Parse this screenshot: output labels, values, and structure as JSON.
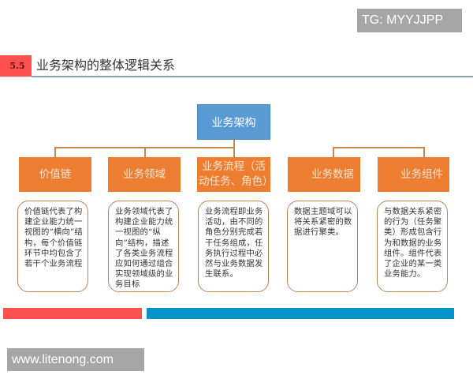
{
  "watermarks": {
    "top": "TG: MYYJJPP",
    "bottom": "www.litenong.com"
  },
  "header": {
    "section_number": "5.5",
    "title": "业务架构的整体逻辑关系"
  },
  "diagram": {
    "root": {
      "label": "业务架构"
    },
    "categories": [
      {
        "label": "价值链",
        "description": "价值链代表了构建企业能力统一视图的“横向”结构，每个价值链环节中均包含了若干个业务流程"
      },
      {
        "label": "业务领域",
        "description": "业务领域代表了构建企业能力统一视图的“纵向”结构，描述了各类业务流程应如何通过组合实现领域级的业务目标"
      },
      {
        "label": "业务流程（活动任务、角色）",
        "description": "业务流程即业务活动，由不同的角色分别完成若干任务组成，任务执行过程中必然与业务数据发生联系。"
      },
      {
        "label": "业务数据",
        "description": "数据主题域可以将关系紧密的数据进行聚类。"
      },
      {
        "label": "业务组件",
        "description": "与数据关系紧密的行为（任务聚类）形成包含行为和数据的业务组件。组件代表了企业的某一类业务能力。"
      }
    ],
    "colors": {
      "root": "#5b9bd5",
      "category": "#ed7d31",
      "connector": "#c9894b",
      "description_border": "#b98554",
      "section_badge": "#ff5050",
      "footer_bar_left": "#ff5050",
      "footer_bar_right": "#0595c9"
    }
  }
}
